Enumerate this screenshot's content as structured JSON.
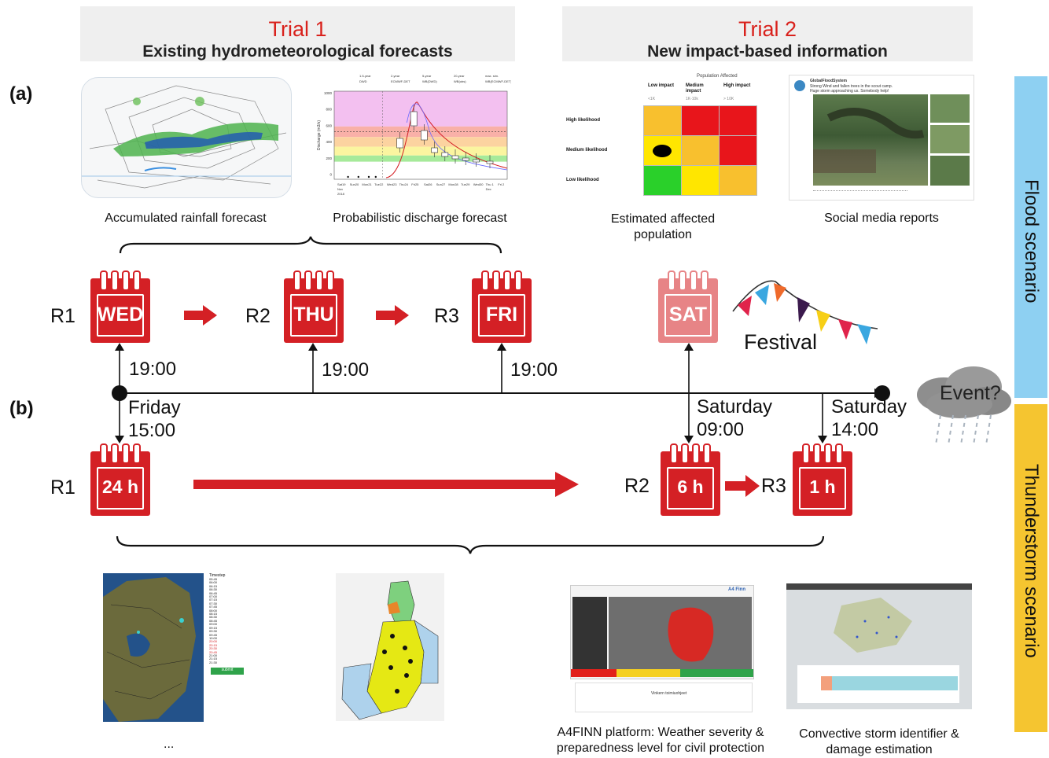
{
  "trials": [
    {
      "title": "Trial 1",
      "subtitle": "Existing hydrometeorological forecasts"
    },
    {
      "title": "Trial 2",
      "subtitle": "New impact-based information"
    }
  ],
  "panels": {
    "a": "(a)",
    "b": "(b)"
  },
  "captions": {
    "rainfall": "Accumulated rainfall forecast",
    "discharge": "Probabilistic discharge forecast",
    "affected_line1": "Estimated affected",
    "affected_line2": "population",
    "social": "Social media reports",
    "ellipsis": "...",
    "a4finn_line1": "A4FINN platform: Weather severity &",
    "a4finn_line2": "preparedness level for civil protection",
    "storm_line1": "Convective storm identifier &",
    "storm_line2": "damage estimation"
  },
  "side_labels": {
    "flood": "Flood scenario",
    "thunder": "Thunderstorm scenario"
  },
  "colors": {
    "flood_bar": "#8ed0f2",
    "thunder_bar": "#f5c530",
    "accent_red": "#d42025",
    "trial_title": "#d9211c"
  },
  "flood_timeline": {
    "days": [
      {
        "round": "R1",
        "day": "WED",
        "time": "19:00"
      },
      {
        "round": "R2",
        "day": "THU",
        "time": "19:00"
      },
      {
        "round": "R3",
        "day": "FRI",
        "time": "19:00"
      },
      {
        "round": "",
        "day": "SAT",
        "time": ""
      }
    ],
    "festival": "Festival",
    "event": "Event?"
  },
  "thunder_timeline": {
    "start_day": "Friday",
    "start_time": "15:00",
    "r2_day": "Saturday",
    "r2_time": "09:00",
    "r3_day": "Saturday",
    "r3_time": "14:00",
    "rounds": [
      {
        "round": "R1",
        "lead": "24 h"
      },
      {
        "round": "R2",
        "lead": "6 h"
      },
      {
        "round": "R3",
        "lead": "1 h"
      }
    ]
  },
  "impact_matrix": {
    "header": "Population Affected",
    "columns": [
      "Low impact",
      "Medium impact",
      "High impact"
    ],
    "column_sub": [
      "<1K",
      "1K-10k",
      "> 10K"
    ],
    "rows": [
      "High likelihood",
      "Medium likelihood",
      "Low likelihood"
    ],
    "cells": [
      [
        "#f8c02e",
        "#e8151b",
        "#e8151b"
      ],
      [
        "#ffe600",
        "#f8c02e",
        "#e8151b"
      ],
      [
        "#2ad02a",
        "#ffe600",
        "#f8c02e"
      ]
    ]
  },
  "tweet": {
    "account": "GlobalFloodSystem",
    "text_line1": "Strong Wind and fallen trees in the scout camp.",
    "text_line2": "Huge storm approaching us. Somebody help!"
  },
  "discharge_chart": {
    "ylabel": "Discharge (m3/s)",
    "yticks": [
      "1000",
      "800",
      "600",
      "400",
      "200",
      "0"
    ],
    "xticks": [
      "Sat19",
      "Sun20",
      "Mon21",
      "Tue22",
      "Wed23",
      "Thu24",
      "Fri25",
      "Sat26",
      "Sun27",
      "Mon28",
      "Tue29",
      "Wed30",
      "Thu 1",
      "Fri 2"
    ],
    "x_sub": [
      "Nov",
      "2018",
      "Dec"
    ],
    "legend": [
      "1.5-year",
      "2-year",
      "5-year",
      "20-year",
      "max. sim.",
      "DWD",
      "ECMWF-DET",
      "WB(DWD)",
      "WB(obs)",
      "WB(ECMWF-DET)"
    ]
  },
  "finland_legend": {
    "title": "Timestep",
    "times": [
      "05:45",
      "06:00",
      "06:15",
      "06:30",
      "06:45",
      "07:00",
      "07:15",
      "07:30",
      "07:45",
      "08:00",
      "08:15",
      "08:30",
      "08:45",
      "09:00",
      "09:15",
      "09:30",
      "09:45",
      "10:00",
      "20:00",
      "20:15",
      "20:30",
      "20:45",
      "21:00",
      "21:15",
      "21:30"
    ],
    "button": "submit"
  },
  "a4finn": {
    "brand": "A4 Finn",
    "status": "Vinkern toimiuohjeet"
  }
}
